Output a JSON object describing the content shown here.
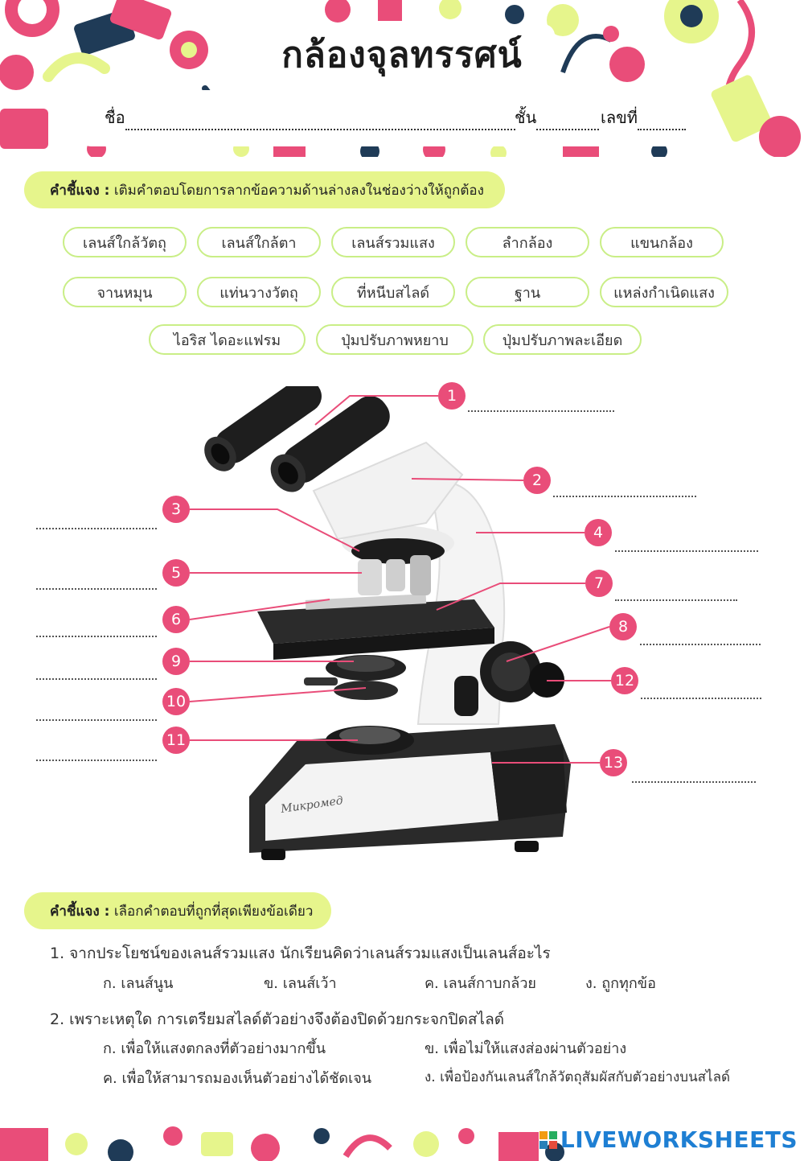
{
  "header": {
    "title": "กล้องจุลทรรศน์",
    "name_label": "ชื่อ",
    "class_label": "ชั้น",
    "number_label": "เลขที่"
  },
  "section1": {
    "instruction_label": "คำชี้แจง :",
    "instruction_text": "เติมคำตอบโดยการลากข้อความด้านล่างลงในช่องว่างให้ถูกต้อง",
    "word_bank": [
      "เลนส์ใกล้วัตถุ",
      "เลนส์ใกล้ตา",
      "เลนส์รวมแสง",
      "ลำกล้อง",
      "แขนกล้อง",
      "จานหมุน",
      "แท่นวางวัตถุ",
      "ที่หนีบสไลด์",
      "ฐาน",
      "แหล่งกำเนิดแสง",
      "ไอริส ไดอะแฟรม",
      "ปุ่มปรับภาพหยาบ",
      "ปุ่มปรับภาพละเอียด"
    ],
    "labels": [
      "1",
      "2",
      "3",
      "4",
      "5",
      "6",
      "7",
      "8",
      "9",
      "10",
      "11",
      "12",
      "13"
    ],
    "microscope_brand": "Микромед"
  },
  "section2": {
    "instruction_label": "คำชี้แจง :",
    "instruction_text": "เลือกคำตอบที่ถูกที่สุดเพียงข้อเดียว",
    "questions": [
      {
        "text": "1. จากประโยชน์ของเลนส์รวมแสง นักเรียนคิดว่าเลนส์รวมแสงเป็นเลนส์อะไร",
        "options": [
          "ก. เลนส์นูน",
          "ข. เลนส์เว้า",
          "ค. เลนส์กาบกล้วย",
          "ง. ถูกทุกข้อ"
        ]
      },
      {
        "text": "2. เพราะเหตุใด การเตรียมสไลด์ตัวอย่างจึงต้องปิดด้วยกระจกปิดสไลด์",
        "options": [
          "ก. เพื่อให้แสงตกลงที่ตัวอย่างมากขึ้น",
          "ข. เพื่อไม่ให้แสงส่องผ่านตัวอย่าง",
          "ค. เพื่อให้สามารถมองเห็นตัวอย่างได้ชัดเจน",
          "ง. เพื่อป้องกันเลนส์ใกล้วัตถุสัมผัสกับตัวอย่างบนสไลด์"
        ]
      }
    ]
  },
  "footer": {
    "brand": "LIVEWORKSHEETS",
    "logo_letters": "LIVE"
  },
  "colors": {
    "pink": "#e94d79",
    "lime": "#e6f58c",
    "chip_border": "#c9ee86",
    "brand_blue": "#1e7fd3"
  }
}
